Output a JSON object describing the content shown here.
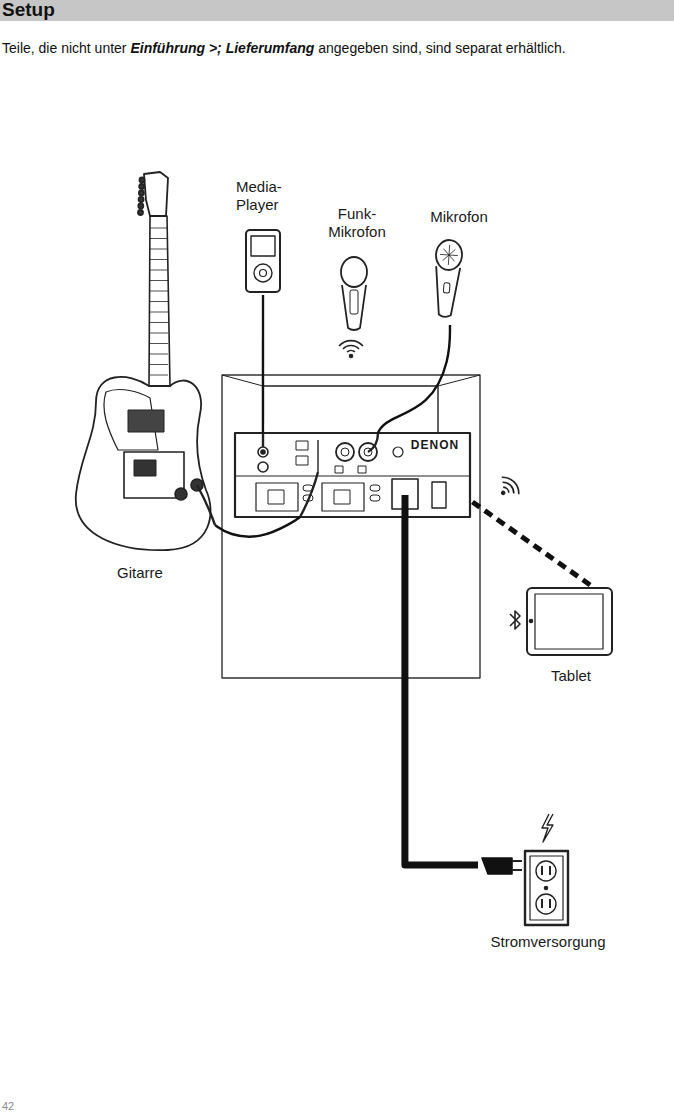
{
  "diagram": {
    "title": "Setup",
    "nodes": [
      {
        "text": [
          "Media-Player"
        ]
      },
      {
        "text": [
          "Funk-Mikrofon"
        ]
      },
      {
        "text": [
          "Mikrofon"
        ]
      },
      {
        "text": [
          "DENON"
        ]
      },
      {
        "text": [
          "Gitarre"
        ]
      },
      {
        "text": [
          "Tablet"
        ]
      },
      {
        "text": [
          "Stromversorgung"
        ]
      }
    ],
    "edges": [
      {
        "from": 0,
        "to": 3,
        "arrow": "none"
      },
      {
        "from": 2,
        "to": 3,
        "arrow": "none"
      },
      {
        "from": 4,
        "to": 3,
        "arrow": "none"
      },
      {
        "from": 5,
        "to": 3,
        "arrow": "none"
      },
      {
        "from": 6,
        "to": 3,
        "arrow": "none"
      }
    ],
    "labels": [
      "Teile, die nicht unter ",
      "Einführung >; Lieferumfang",
      " angegeben sind, sind separat erhältlich.",
      "42"
    ]
  }
}
